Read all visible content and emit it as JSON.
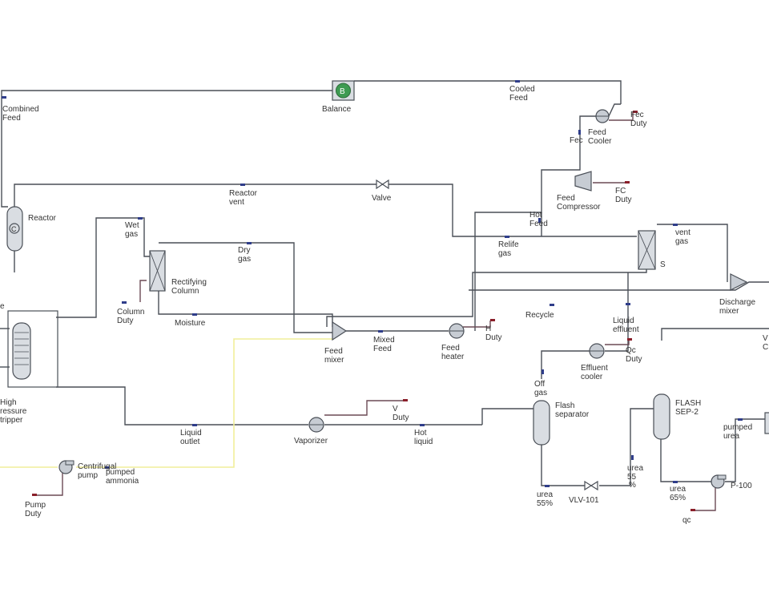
{
  "streams": {
    "combined_feed": [
      "Combined",
      "Feed"
    ],
    "cooled_feed": [
      "Cooled",
      "Feed"
    ],
    "fec": "Fec",
    "fec_duty": [
      "Fec",
      "Duty"
    ],
    "feed_cooler": [
      "Feed",
      "Cooler"
    ],
    "fc_duty": [
      "FC",
      "Duty"
    ],
    "feed_compressor": [
      "Feed",
      "Compressor"
    ],
    "hot_feed": [
      "Hot",
      "Feed"
    ],
    "reactor_vent": [
      "Reactor",
      "vent"
    ],
    "valve": "Valve",
    "wet_gas": [
      "Wet",
      "gas"
    ],
    "dry_gas": [
      "Dry",
      "gas"
    ],
    "relife_gas": [
      "Relife",
      "gas"
    ],
    "vent_gas": [
      "vent",
      "gas"
    ],
    "rectifying_column": [
      "Rectifying",
      "Column"
    ],
    "column_duty": [
      "Column",
      "Duty"
    ],
    "moisture": "Moisture",
    "recycle": "Recycle",
    "discharge_mixer": [
      "Discharge",
      "mixer"
    ],
    "liquid_effluent": [
      "Liquid",
      "effluent"
    ],
    "feed_mixer": [
      "Feed",
      "mixer"
    ],
    "mixed_feed": [
      "Mixed",
      "Feed"
    ],
    "feed_heater": [
      "Feed",
      "heater"
    ],
    "h_duty": [
      "H",
      "Duty"
    ],
    "effluent_cooler": [
      "Effluent",
      "cooler"
    ],
    "qc_duty": [
      "Qc",
      "Duty"
    ],
    "hp_stripper": [
      "High",
      "ressure",
      "tripper"
    ],
    "off_gas": [
      "Off",
      "gas"
    ],
    "flash_separator": [
      "Flash",
      "separator"
    ],
    "flash_sep2": [
      "FLASH",
      "SEP-2"
    ],
    "v_duty": [
      "V",
      "Duty"
    ],
    "liquid_outlet": [
      "Liquid",
      "outlet"
    ],
    "vaporizer": "Vaporizer",
    "hot_liquid": [
      "Hot",
      "liquid"
    ],
    "pumped_urea": [
      "pumped",
      "urea"
    ],
    "centrifugal_pump": [
      "Centrifugal",
      "pump"
    ],
    "pumped_ammonia": [
      "pumped",
      "ammonia"
    ],
    "urea55_valve_out": [
      "urea",
      "55",
      "%"
    ],
    "pump_duty": [
      "Pump",
      "Duty"
    ],
    "urea_55": [
      "urea",
      "55%"
    ],
    "vlv101": "VLV-101",
    "urea_65": [
      "urea",
      "65%"
    ],
    "p100": "P-100",
    "qc": "qc",
    "reactor": "Reactor",
    "balance": "Balance",
    "s": "S",
    "edge_left": "e",
    "edge_right": [
      "V",
      "C"
    ]
  },
  "colors": {
    "pipe": "#4a4f57",
    "ammonia_line": "#f1ee9a",
    "energy_stream": "#6b4a55",
    "material_flag": "#2f3d8a",
    "energy_flag": "#8a1f2a",
    "balance_fill": "#3e9b52"
  },
  "icons": [
    "reactor-icon",
    "balance-icon",
    "cooler-icon",
    "compressor-icon",
    "valve-icon",
    "column-icon",
    "separator-icon",
    "mixer-icon",
    "heater-icon",
    "pump-icon",
    "stripper-icon"
  ]
}
